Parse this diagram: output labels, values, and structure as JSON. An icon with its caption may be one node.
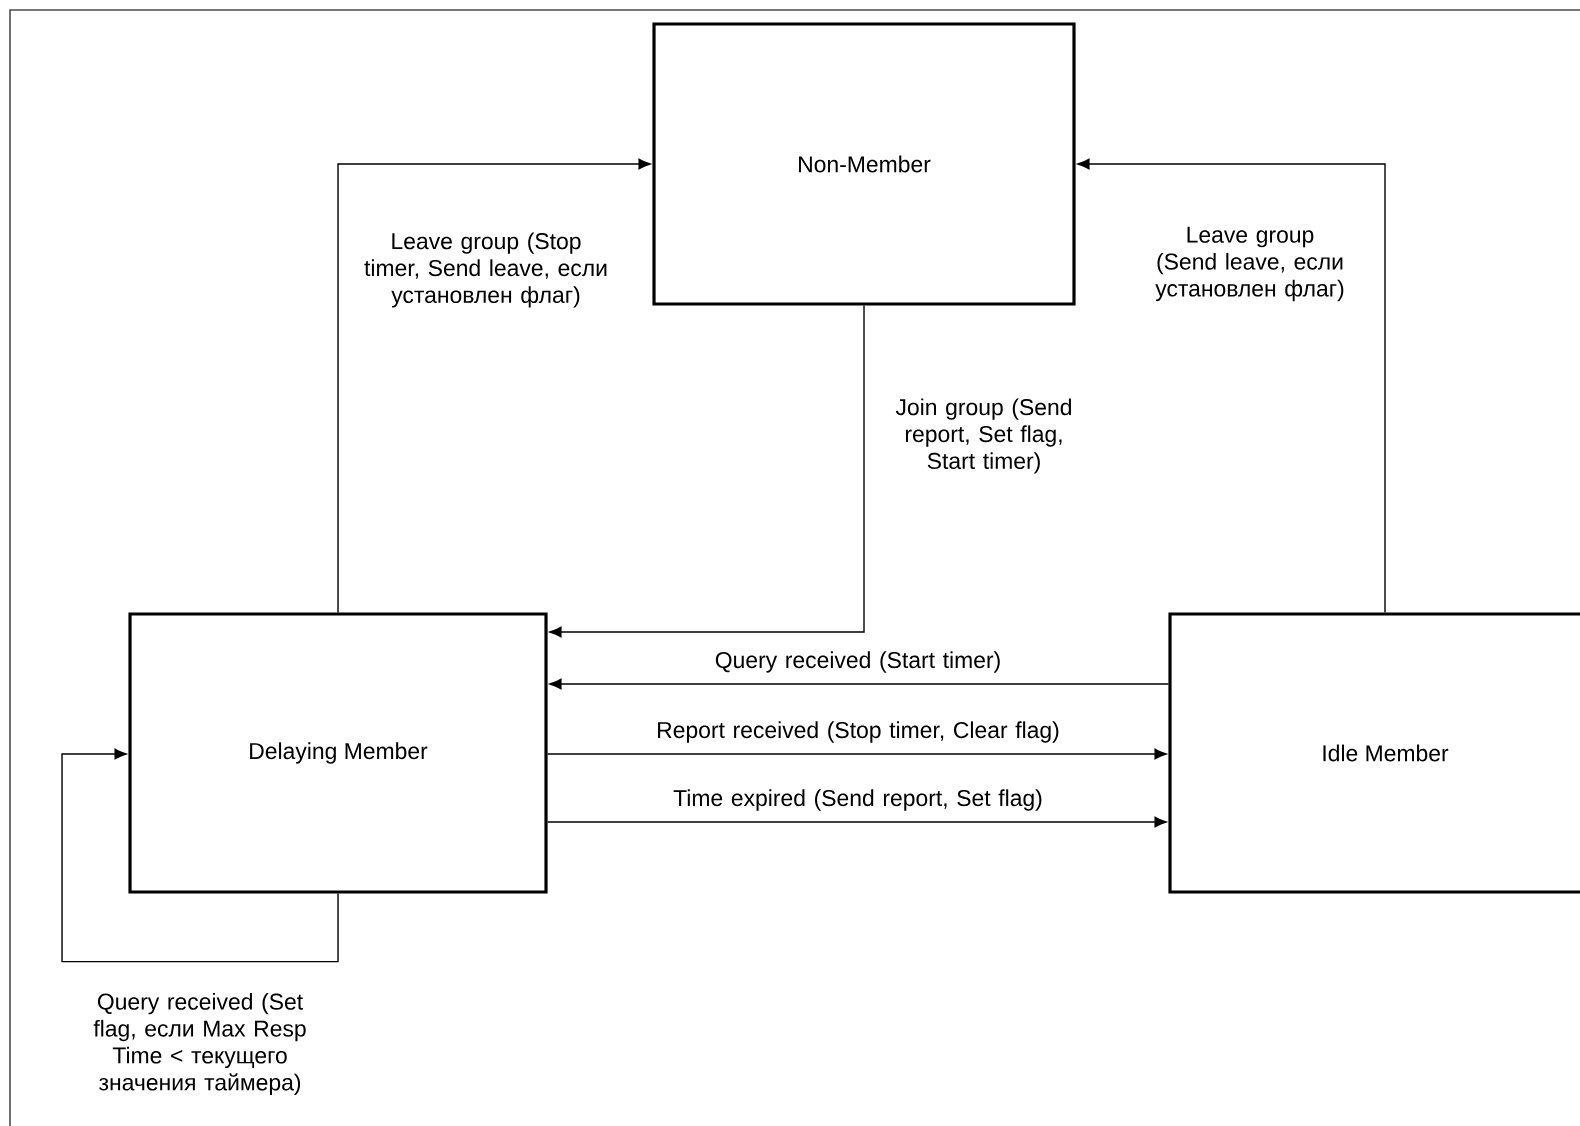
{
  "diagram": {
    "nodes": [
      {
        "text": [
          "Non-Member"
        ]
      },
      {
        "text": [
          "Delaying Member"
        ]
      },
      {
        "text": [
          "Idle Member"
        ]
      }
    ],
    "edges": [
      {
        "from": 1,
        "to": 0,
        "arrow": "to",
        "label": "Leave group (Stop timer, Send leave, если установлен флаг)"
      },
      {
        "from": 2,
        "to": 0,
        "arrow": "to",
        "label": "Leave group (Send leave, если установлен флаг)"
      },
      {
        "from": 0,
        "to": 1,
        "arrow": "to",
        "label": "Join group (Send report, Set flag, Start timer)"
      },
      {
        "from": 2,
        "to": 1,
        "arrow": "to",
        "label": "Query received (Start timer)"
      },
      {
        "from": 1,
        "to": 2,
        "arrow": "to",
        "label": "Report received (Stop timer, Clear flag)"
      },
      {
        "from": 1,
        "to": 2,
        "arrow": "to",
        "label": "Time expired (Send report, Set flag)"
      },
      {
        "from": 1,
        "to": 1,
        "arrow": "to",
        "label": "Query received (Set flag, если Max Resp Time < текущего значения таймера)"
      }
    ]
  }
}
